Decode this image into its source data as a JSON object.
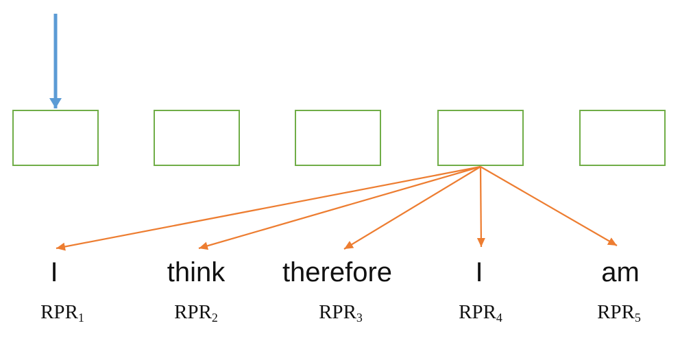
{
  "colors": {
    "box_border": "#70AD47",
    "fanout_arrow": "#ED7D31",
    "input_arrow": "#5B9BD5",
    "text": "#111111"
  },
  "tokens": [
    {
      "word": "I",
      "rpr_base": "RPR",
      "rpr_sub": "1"
    },
    {
      "word": "think",
      "rpr_base": "RPR",
      "rpr_sub": "2"
    },
    {
      "word": "therefore",
      "rpr_base": "RPR",
      "rpr_sub": "3"
    },
    {
      "word": "I",
      "rpr_base": "RPR",
      "rpr_sub": "4"
    },
    {
      "word": "am",
      "rpr_base": "RPR",
      "rpr_sub": "5"
    }
  ]
}
